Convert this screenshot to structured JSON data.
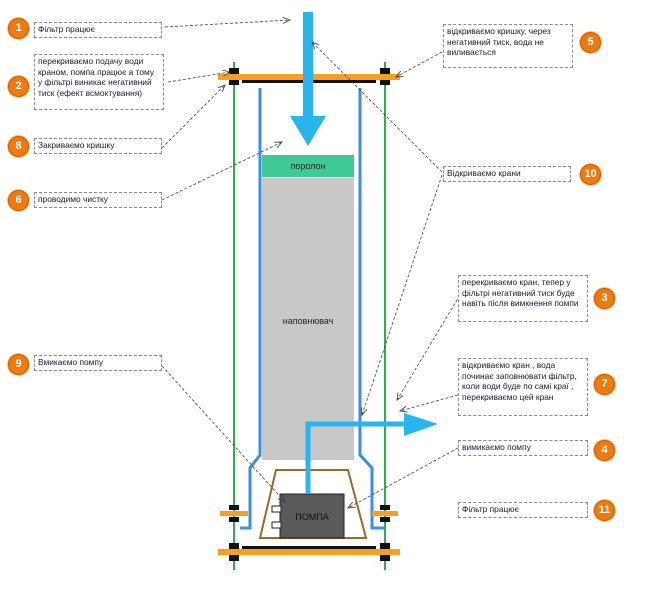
{
  "steps": [
    {
      "num": "1",
      "text": "Фільтр працює"
    },
    {
      "num": "2",
      "text": "перекриваємо подачу води краном, помпа працює а тому у фільтрі виникає негативний тиск (ефект всмоктування)"
    },
    {
      "num": "3",
      "text": "перекриваємо кран, тепер у фільтрі негативний тиск буде навіть після вимкнення помпи"
    },
    {
      "num": "4",
      "text": "вимикаємо помпу"
    },
    {
      "num": "5",
      "text": "відкриваємо кришку, через негативний тиск, вода не виливається"
    },
    {
      "num": "6",
      "text": "проводимо чистку"
    },
    {
      "num": "7",
      "text": "відкриваємо кран , вода починає заповнювати фільтр, коли води буде по самі краї , перекриваємо цей кран"
    },
    {
      "num": "8",
      "text": "Закриваємо кришку"
    },
    {
      "num": "9",
      "text": "Вмикаємо помпу"
    },
    {
      "num": "10",
      "text": "Відкриваємо крани"
    },
    {
      "num": "11",
      "text": "Фільтр працює"
    }
  ],
  "parts": {
    "porolon": "поролон",
    "filler": "наповнювач",
    "pump": "ПОМПА"
  },
  "colors": {
    "frame": "#f5a023",
    "wall": "#3a8fe0",
    "rod": "#2ab24a",
    "flow_arrow": "#29b6ee",
    "porolon": "#3ec996",
    "filler": "#c8c8c8",
    "pump": "#5a5a5a",
    "stand": "#9a6a2a",
    "badge": "#f07a12"
  }
}
